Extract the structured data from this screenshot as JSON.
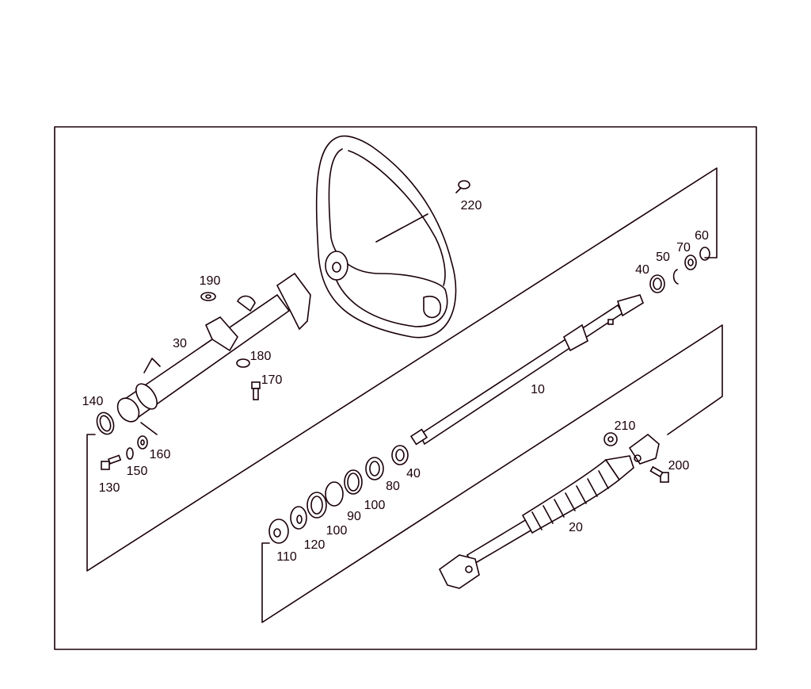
{
  "diagram": {
    "type": "exploded parts diagram",
    "line_color": "#1a0008",
    "callouts": [
      {
        "id": "c220",
        "text": "220"
      },
      {
        "id": "c190",
        "text": "190"
      },
      {
        "id": "c30",
        "text": "30"
      },
      {
        "id": "c180",
        "text": "180"
      },
      {
        "id": "c170",
        "text": "170"
      },
      {
        "id": "c140",
        "text": "140"
      },
      {
        "id": "c160",
        "text": "160"
      },
      {
        "id": "c150",
        "text": "150"
      },
      {
        "id": "c130",
        "text": "130"
      },
      {
        "id": "c40a",
        "text": "40"
      },
      {
        "id": "c50",
        "text": "50"
      },
      {
        "id": "c70",
        "text": "70"
      },
      {
        "id": "c60",
        "text": "60"
      },
      {
        "id": "c10",
        "text": "10"
      },
      {
        "id": "c210",
        "text": "210"
      },
      {
        "id": "c200",
        "text": "200"
      },
      {
        "id": "c20",
        "text": "20"
      },
      {
        "id": "c40b",
        "text": "40"
      },
      {
        "id": "c80",
        "text": "80"
      },
      {
        "id": "c100a",
        "text": "100"
      },
      {
        "id": "c90",
        "text": "90"
      },
      {
        "id": "c100b",
        "text": "100"
      },
      {
        "id": "c120",
        "text": "120"
      },
      {
        "id": "c110",
        "text": "110"
      }
    ]
  }
}
